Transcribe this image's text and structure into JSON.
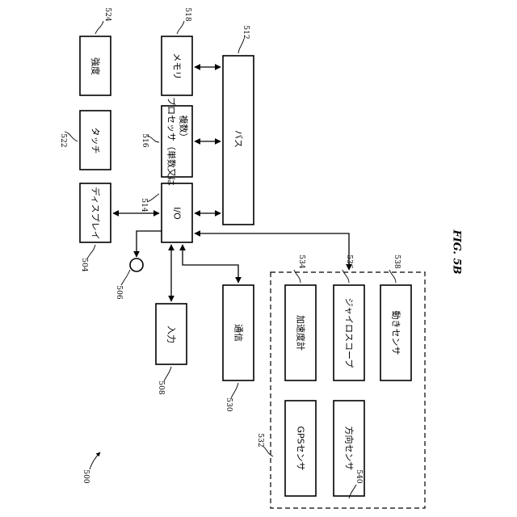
{
  "figure": "FIG. 5B",
  "device_ref": "500",
  "blocks": {
    "io": {
      "label": "I/O",
      "ref": "514"
    },
    "memory": {
      "label": "メモリ",
      "ref": "518"
    },
    "processor": {
      "label": "プロセッサ（単数又は複数）",
      "ref": "516"
    },
    "bus": {
      "label": "バス",
      "ref": "512"
    },
    "intensity": {
      "label": "強度",
      "ref": "524"
    },
    "touch": {
      "label": "タッチ",
      "ref": "522"
    },
    "display": {
      "label": "ディスプレイ",
      "ref": "504"
    },
    "input": {
      "label": "入力",
      "ref": "508"
    },
    "comm": {
      "label": "通信",
      "ref": "530"
    },
    "accelerometer": {
      "label": "加速度計",
      "ref": "534"
    },
    "gyroscope": {
      "label": "ジャイロスコープ",
      "ref": "536"
    },
    "motion_sensor": {
      "label": "動きセンサ",
      "ref": "538"
    },
    "gps_sensor": {
      "label": "GPSセンサ",
      "ref": "532"
    },
    "direction_sensor": {
      "label": "方向センサ",
      "ref": "540"
    }
  },
  "knob_ref": "506"
}
